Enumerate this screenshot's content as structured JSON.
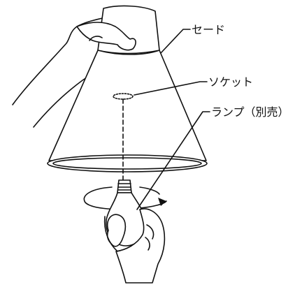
{
  "labels": {
    "shade": "セード",
    "socket": "ソケット",
    "lamp": "ランプ（別売）"
  }
}
